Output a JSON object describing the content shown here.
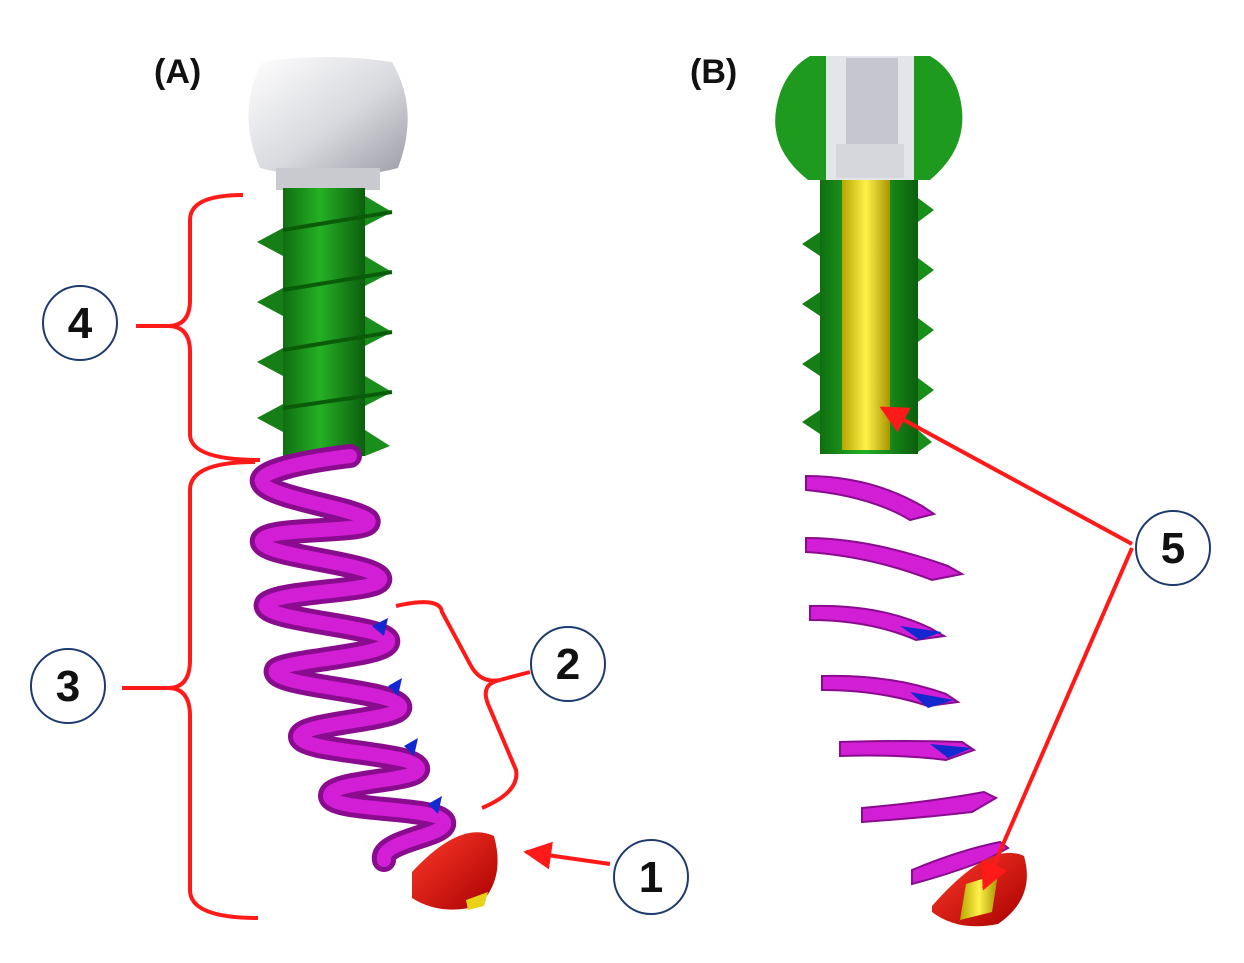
{
  "panels": [
    {
      "id": "A",
      "label": "(A)"
    },
    {
      "id": "B",
      "label": "(B)"
    }
  ],
  "callouts": [
    {
      "id": "1",
      "label": "1"
    },
    {
      "id": "2",
      "label": "2"
    },
    {
      "id": "3",
      "label": "3"
    },
    {
      "id": "4",
      "label": "4"
    },
    {
      "id": "5",
      "label": "5"
    }
  ],
  "colors": {
    "head_sphere": "#dcdde2",
    "threaded_section": "#1e9a1e",
    "coil_spring": "#d21fd6",
    "coil_edge": "#1428d0",
    "tip_cap": "#e01010",
    "inner_channel": "#f2e21a",
    "bracket": "#ff1a1a",
    "arrow": "#ff1a1a",
    "callout_border": "#1f3a6e"
  }
}
